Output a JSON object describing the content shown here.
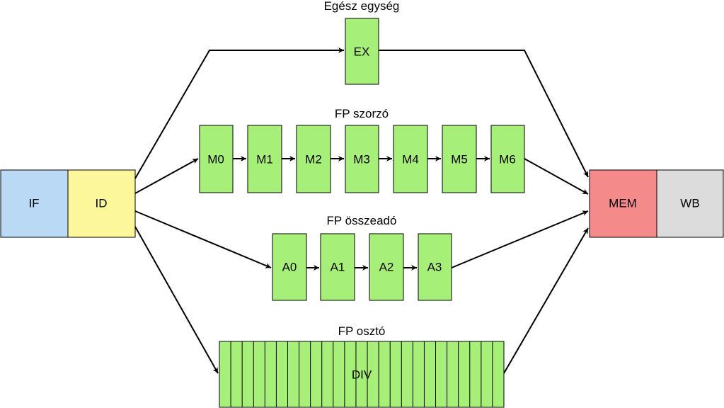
{
  "colors": {
    "if_fill": "#b9d9f5",
    "id_fill": "#fbf79a",
    "unit_fill": "#a6ef79",
    "mem_fill": "#f58a8a",
    "wb_fill": "#dcdcdc",
    "stroke": "#000000"
  },
  "stages": {
    "if": "IF",
    "id": "ID",
    "mem": "MEM",
    "wb": "WB"
  },
  "groups": {
    "integer": {
      "title": "Egész egység",
      "units": [
        "EX"
      ]
    },
    "multiplier": {
      "title": "FP szorzó",
      "units": [
        "M0",
        "M1",
        "M2",
        "M3",
        "M4",
        "M5",
        "M6"
      ]
    },
    "adder": {
      "title": "FP összeadó",
      "units": [
        "A0",
        "A1",
        "A2",
        "A3"
      ]
    },
    "divider": {
      "title": "FP osztó",
      "unit": "DIV",
      "segments": 25
    }
  }
}
